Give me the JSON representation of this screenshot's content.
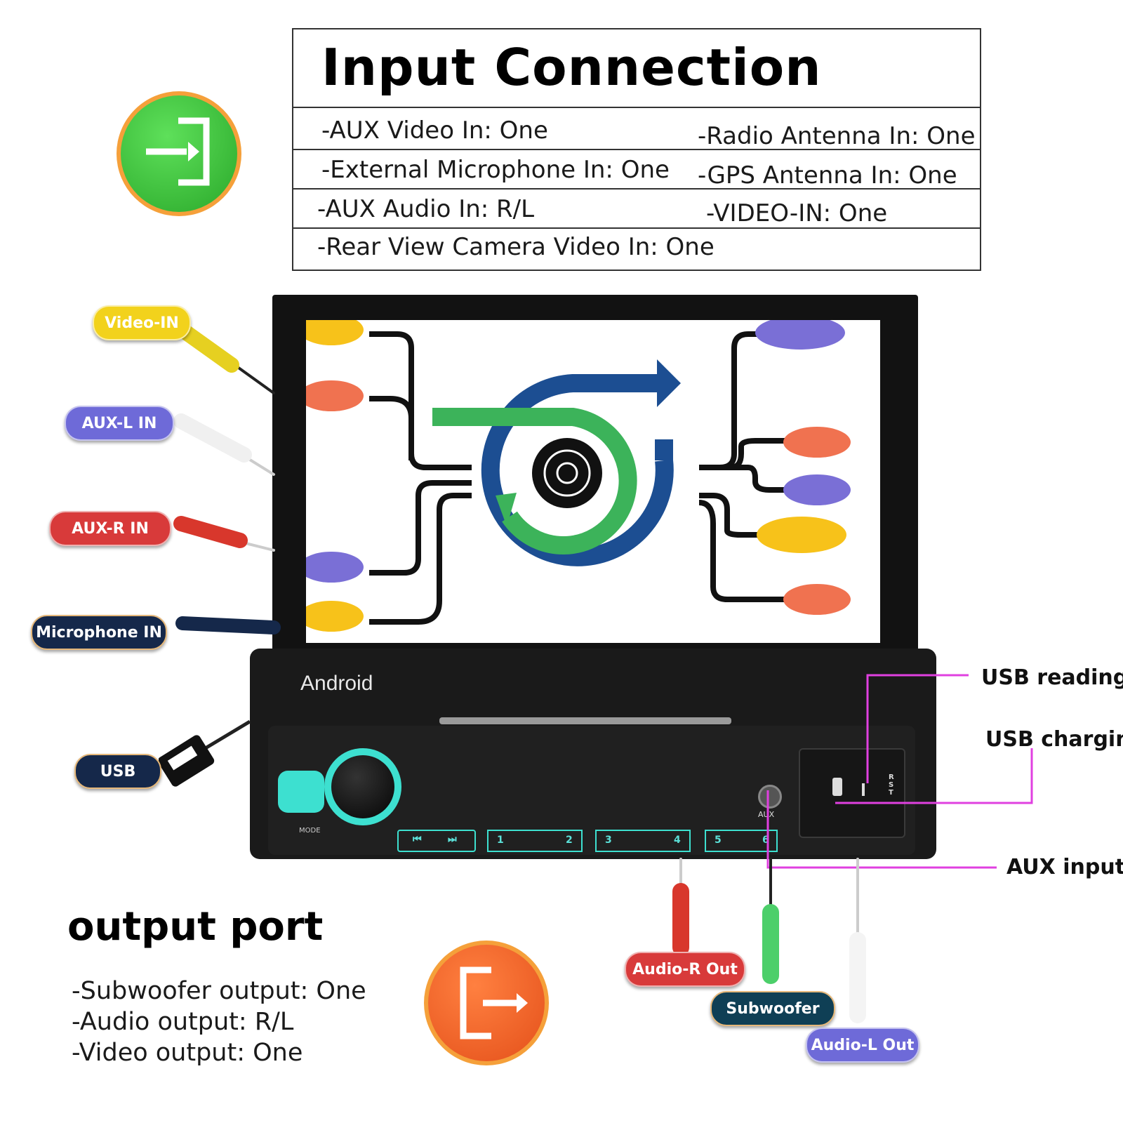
{
  "input_section": {
    "title": "Input Connection",
    "left_items": [
      "-AUX Video In: One",
      "-External Microphone In: One",
      "-AUX Audio In: R/L",
      "-Rear View Camera Video In: One"
    ],
    "right_items": [
      "-Radio Antenna In: One",
      "-GPS Antenna In: One",
      "-VIDEO-IN: One"
    ]
  },
  "input_badges": [
    {
      "label": "Video-IN",
      "color": "#f2d21c",
      "text_color": "#ffffff"
    },
    {
      "label": "AUX-L IN",
      "color": "#6e6ad8",
      "text_color": "#ffffff"
    },
    {
      "label": "AUX-R IN",
      "color": "#d83a3a",
      "text_color": "#ffffff"
    },
    {
      "label": "Microphone IN",
      "color": "#15284a",
      "text_color": "#ffffff"
    },
    {
      "label": "USB",
      "color": "#15284a",
      "text_color": "#ffffff"
    }
  ],
  "callouts": {
    "usb_reading": "USB reading",
    "usb_charging": "USB charging",
    "aux_input": "AUX input"
  },
  "device": {
    "brand": "Android",
    "aux_label": "AUX",
    "mode_label": "MODE",
    "reset_label": "RST",
    "presets": [
      "1",
      "2",
      "3",
      "4",
      "5",
      "6"
    ]
  },
  "output_badges": [
    {
      "label": "Audio-R Out",
      "color": "#d83a3a"
    },
    {
      "label": "Subwoofer",
      "color": "#0f3f55"
    },
    {
      "label": "Audio-L Out",
      "color": "#6e6ad8"
    }
  ],
  "output_section": {
    "title": "output port",
    "items": [
      "-Subwoofer output: One",
      "-Audio output: R/L",
      "-Video output: One"
    ]
  },
  "colors": {
    "input_icon": "#3cc23c",
    "output_icon": "#f0601e",
    "callout_line": "#e040e0",
    "accent_teal": "#3de0d0"
  }
}
